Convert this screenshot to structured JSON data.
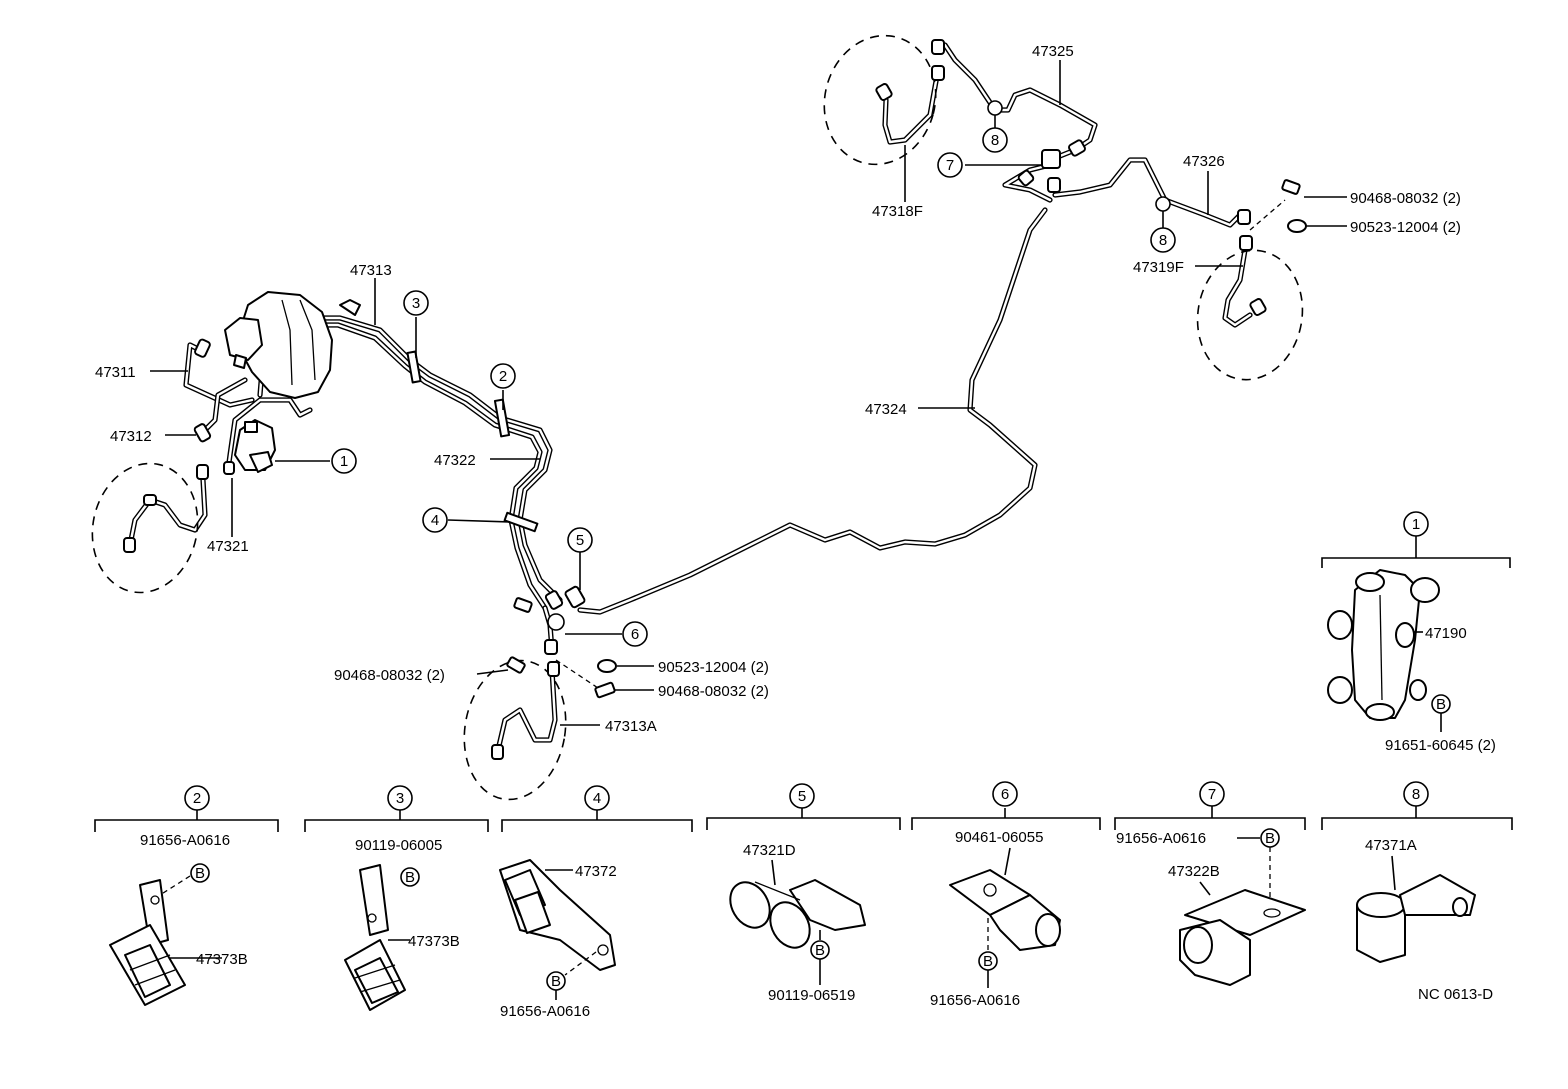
{
  "diagram_code": "NC 0613-D",
  "callouts": [
    "1",
    "2",
    "3",
    "4",
    "5",
    "6",
    "7",
    "8"
  ],
  "bolt_marker": "B",
  "main_labels": {
    "p47311": "47311",
    "p47312": "47312",
    "p47321": "47321",
    "p47313": "47313",
    "p47322": "47322",
    "p47324": "47324",
    "p47325": "47325",
    "p47326": "47326",
    "p47318F": "47318F",
    "p47319F": "47319F",
    "p47313A": "47313A",
    "clip_rear": "90468-08032 (2)",
    "washer_rear": "90523-12004 (2)",
    "clip_front_left": "90468-08032 (2)",
    "washer_front": "90523-12004 (2)",
    "clip_front_right": "90468-08032 (2)"
  },
  "detail_1": {
    "callout": "1",
    "part": "47190",
    "bolt": "91651-60645 (2)"
  },
  "detail_panels": [
    {
      "callout": "2",
      "labels": [
        "91656-A0616",
        "47373B"
      ]
    },
    {
      "callout": "3",
      "labels": [
        "90119-06005",
        "47373B"
      ]
    },
    {
      "callout": "4",
      "labels": [
        "47372",
        "91656-A0616"
      ]
    },
    {
      "callout": "5",
      "labels": [
        "47321D",
        "90119-06519"
      ]
    },
    {
      "callout": "6",
      "labels": [
        "90461-06055",
        "91656-A0616"
      ]
    },
    {
      "callout": "7",
      "labels": [
        "91656-A0616",
        "47322B"
      ]
    },
    {
      "callout": "8",
      "labels": [
        "47371A"
      ]
    }
  ]
}
